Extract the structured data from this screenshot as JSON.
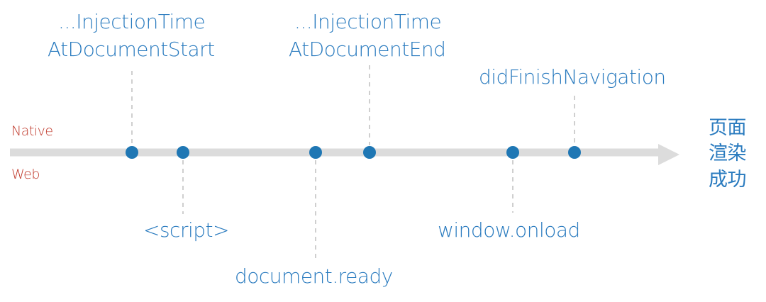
{
  "colors": {
    "accent": "#2a7bbf",
    "dot": "#1f77b4",
    "axis": "#dcdcdc",
    "guide": "#cfcfcf",
    "side_label": "#c0392b"
  },
  "sides": {
    "top": "Native",
    "bottom": "Web"
  },
  "end_label": [
    "页面",
    "渲染",
    "成功"
  ],
  "events": {
    "injection_start": [
      "...InjectionTime",
      "AtDocumentStart"
    ],
    "script": "<script>",
    "document_ready": "document.ready",
    "injection_end": [
      "...InjectionTime",
      "AtDocumentEnd"
    ],
    "window_onload": "window.onload",
    "did_finish": "didFinishNavigation"
  },
  "event_order": [
    "injection_start",
    "script",
    "document_ready",
    "injection_end",
    "window_onload",
    "did_finish"
  ]
}
